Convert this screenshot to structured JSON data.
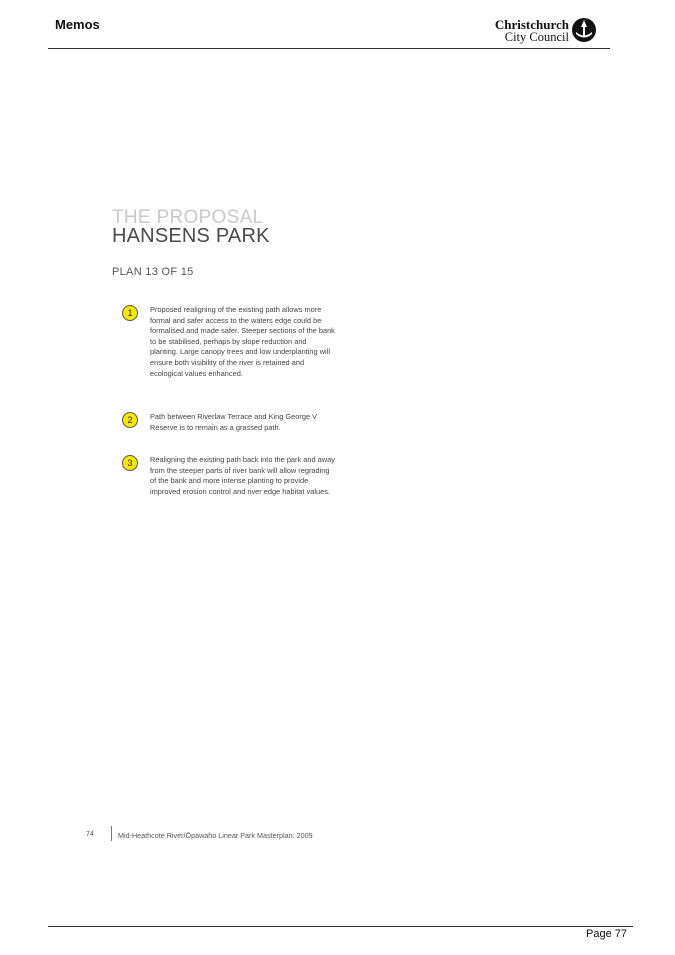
{
  "header": {
    "title": "Memos",
    "logo_line1": "Christchurch",
    "logo_line2": "City Council"
  },
  "content": {
    "overline": "THE PROPOSAL",
    "heading": "HANSENS PARK",
    "plan": "PLAN 13 OF 15",
    "notes": [
      {
        "number": "1",
        "text": "Proposed realigning of the existing path allows more formal and safer access to the waters edge could be formalised and made safer. Steeper sections of the bank to be stabilised, perhaps by slope reduction and planting. Large canopy trees and low underplanting will ensure both visibility of the river is retained and ecological values enhanced."
      },
      {
        "number": "2",
        "text": "Path between Riverlaw Terrace and King George V Reserve is to remain as a grassed path."
      },
      {
        "number": "3",
        "text": "Realigning the existing path back into the park and away from the steeper parts of river bank will allow regrading of the bank and more intense planting to provide improved erosion control and river edge habitat values."
      }
    ],
    "inner_page_number": "74",
    "caption": "Mid-Heathcote River/Ōpawaho Linear Park Masterplan: 2009"
  },
  "footer": {
    "page": "Page 77"
  },
  "colors": {
    "badge_fill": "#f3e600",
    "overline": "#c9c9c9",
    "heading": "#4a4a4a"
  }
}
